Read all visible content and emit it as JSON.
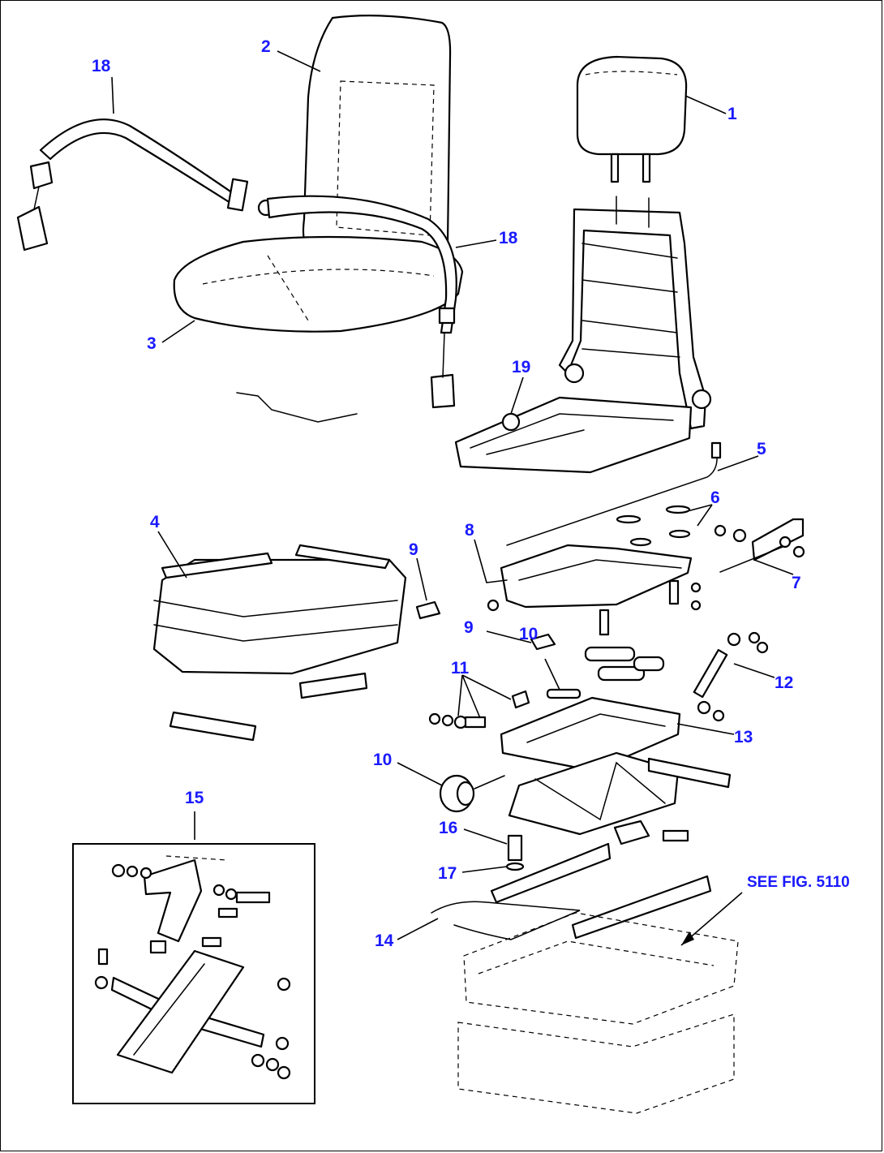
{
  "colors": {
    "callout": "#1a1aff",
    "line": "#000000",
    "background": "#ffffff"
  },
  "callouts": [
    {
      "id": "c1",
      "label": "1"
    },
    {
      "id": "c2",
      "label": "2"
    },
    {
      "id": "c3",
      "label": "3"
    },
    {
      "id": "c4",
      "label": "4"
    },
    {
      "id": "c5",
      "label": "5"
    },
    {
      "id": "c6",
      "label": "6"
    },
    {
      "id": "c7",
      "label": "7"
    },
    {
      "id": "c8",
      "label": "8"
    },
    {
      "id": "c9a",
      "label": "9"
    },
    {
      "id": "c9b",
      "label": "9"
    },
    {
      "id": "c10a",
      "label": "10"
    },
    {
      "id": "c10b",
      "label": "10"
    },
    {
      "id": "c11",
      "label": "11"
    },
    {
      "id": "c12",
      "label": "12"
    },
    {
      "id": "c13",
      "label": "13"
    },
    {
      "id": "c14",
      "label": "14"
    },
    {
      "id": "c15",
      "label": "15"
    },
    {
      "id": "c16",
      "label": "16"
    },
    {
      "id": "c17",
      "label": "17"
    },
    {
      "id": "c18a",
      "label": "18"
    },
    {
      "id": "c18b",
      "label": "18"
    },
    {
      "id": "c19",
      "label": "19"
    }
  ],
  "reference": {
    "label": "SEE FIG. 5110"
  }
}
